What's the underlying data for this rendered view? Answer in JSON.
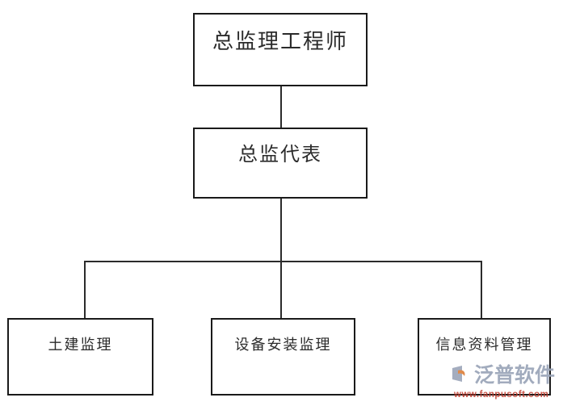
{
  "diagram": {
    "type": "org-chart",
    "title": "",
    "background_color": "#ffffff",
    "line_color": "#2b2b2b",
    "text_color": "#2b2b2b",
    "nodes": [
      {
        "id": "chief",
        "label": "总监理工程师",
        "level": 1
      },
      {
        "id": "deputy",
        "label": "总监代表",
        "level": 2
      },
      {
        "id": "civil",
        "label": "土建监理",
        "level": 3
      },
      {
        "id": "equipment",
        "label": "设备安装监理",
        "level": 3
      },
      {
        "id": "info",
        "label": "信息资料管理",
        "level": 3
      }
    ],
    "edges": [
      {
        "from": "chief",
        "to": "deputy"
      },
      {
        "from": "deputy",
        "to": "civil"
      },
      {
        "from": "deputy",
        "to": "equipment"
      },
      {
        "from": "deputy",
        "to": "info"
      }
    ]
  },
  "watermark": {
    "brand": "泛普软件",
    "url": "www.fanpusoft.com",
    "brand_color": "#9aa4b8",
    "url_color": "#c0392b",
    "logo_accent": "#e08a4a"
  }
}
